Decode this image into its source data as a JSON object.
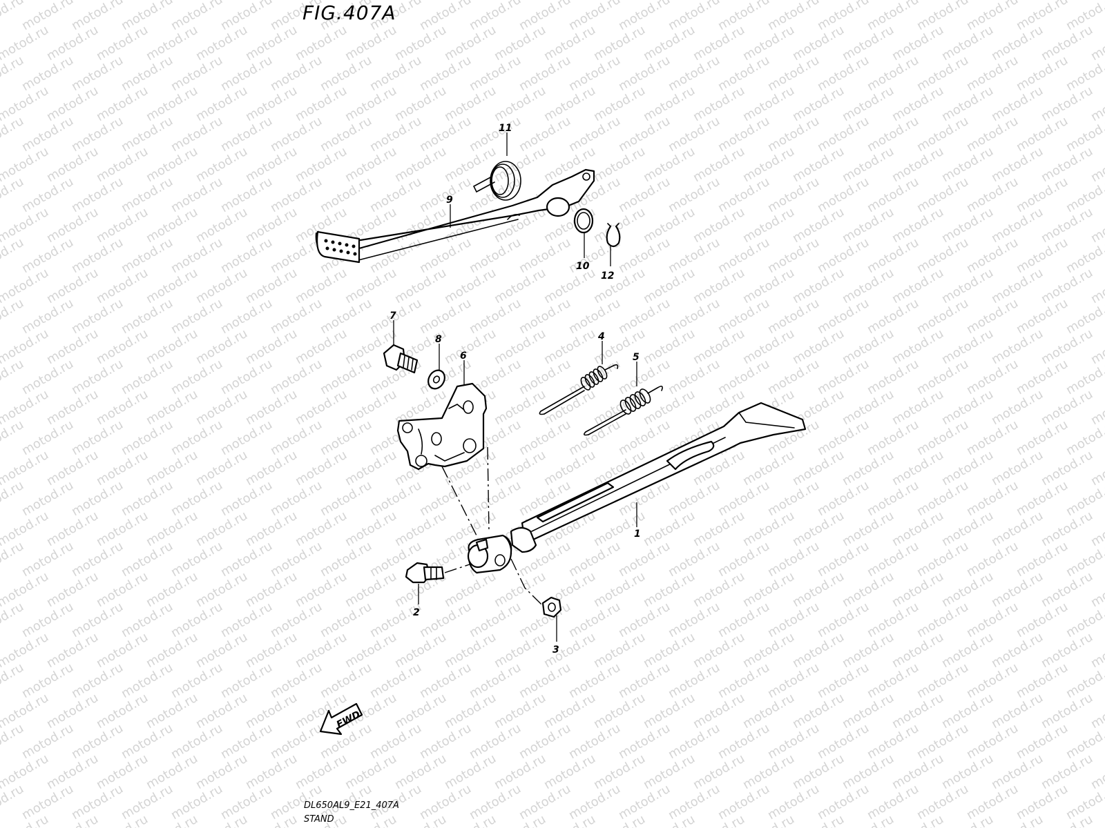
{
  "figure": {
    "title": "FIG.407A",
    "code": "DL650AL9_E21_407A",
    "name": "STAND"
  },
  "watermark": "motod.ru",
  "direction_label": "FWD",
  "callouts": [
    "1",
    "2",
    "3",
    "4",
    "5",
    "6",
    "7",
    "8",
    "9",
    "10",
    "11",
    "12"
  ],
  "parts": [
    "side-stand",
    "stand-pivot-bolt",
    "stand-nut",
    "stand-spring-inner",
    "stand-spring-outer",
    "stand-bracket",
    "bracket-bolt",
    "bracket-washer",
    "gearshift-lever",
    "lever-washer",
    "lever-return-spring",
    "lever-circlip"
  ]
}
